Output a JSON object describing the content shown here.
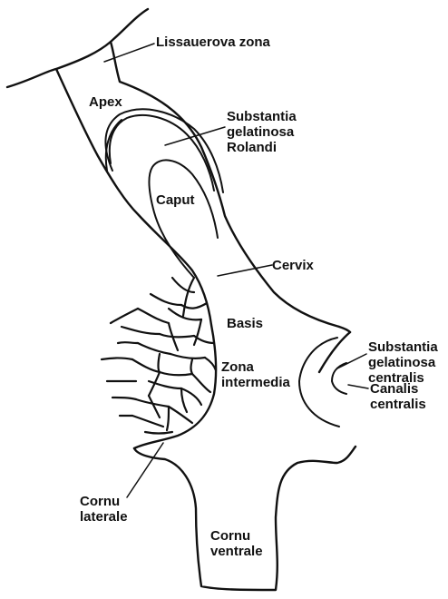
{
  "labels": {
    "lissauer": "Lissauerova zona",
    "apex": "Apex",
    "substantia_gelatinosa_rolandi": "Substantia\ngelatinosa\nRolandi",
    "caput": "Caput",
    "cervix": "Cervix",
    "basis": "Basis",
    "zona_intermedia": "Zona\nintermedia",
    "substantia_gelatinosa_centralis": "Substantia\ngelatinosa\ncentralis",
    "canalis_centralis": "Canalis\ncentralis",
    "cornu_laterale": "Cornu\nlaterale",
    "cornu_ventrale": "Cornu\nventrale"
  }
}
